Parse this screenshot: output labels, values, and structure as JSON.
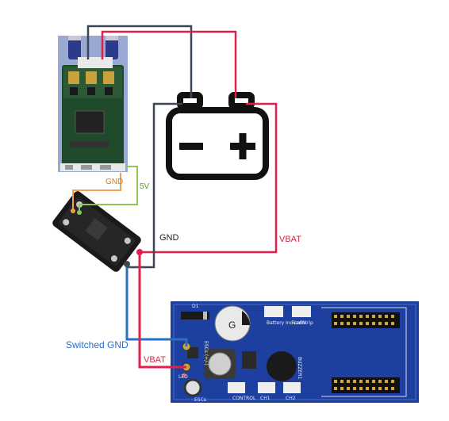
{
  "labels": {
    "gnd_top": "GND",
    "five_v": "5V",
    "gnd_mid": "GND",
    "vbat_mid": "VBAT",
    "switched_gnd": "Switched GND",
    "vbat_bottom": "VBAT"
  },
  "pcb": {
    "capacitor": "G",
    "battery_indicator": "Battery Indicator",
    "led_strip": "LedStrip",
    "buzzer": "BUZZER1",
    "diode": "D1",
    "led": "LED",
    "escs": "ESCs",
    "control": "CONTROL",
    "ch1": "CH1",
    "ch2": "CH2",
    "esc_power": "ESCs (+/-)"
  },
  "colors": {
    "red_wire": "#e0204a",
    "dark_wire": "#3c4654",
    "blue_wire": "#2a6fc4",
    "orange_wire": "#f0a050",
    "green_wire": "#8ac858",
    "switched_gnd_text": "#2a6fc4",
    "vbat_text": "#d8284e"
  }
}
